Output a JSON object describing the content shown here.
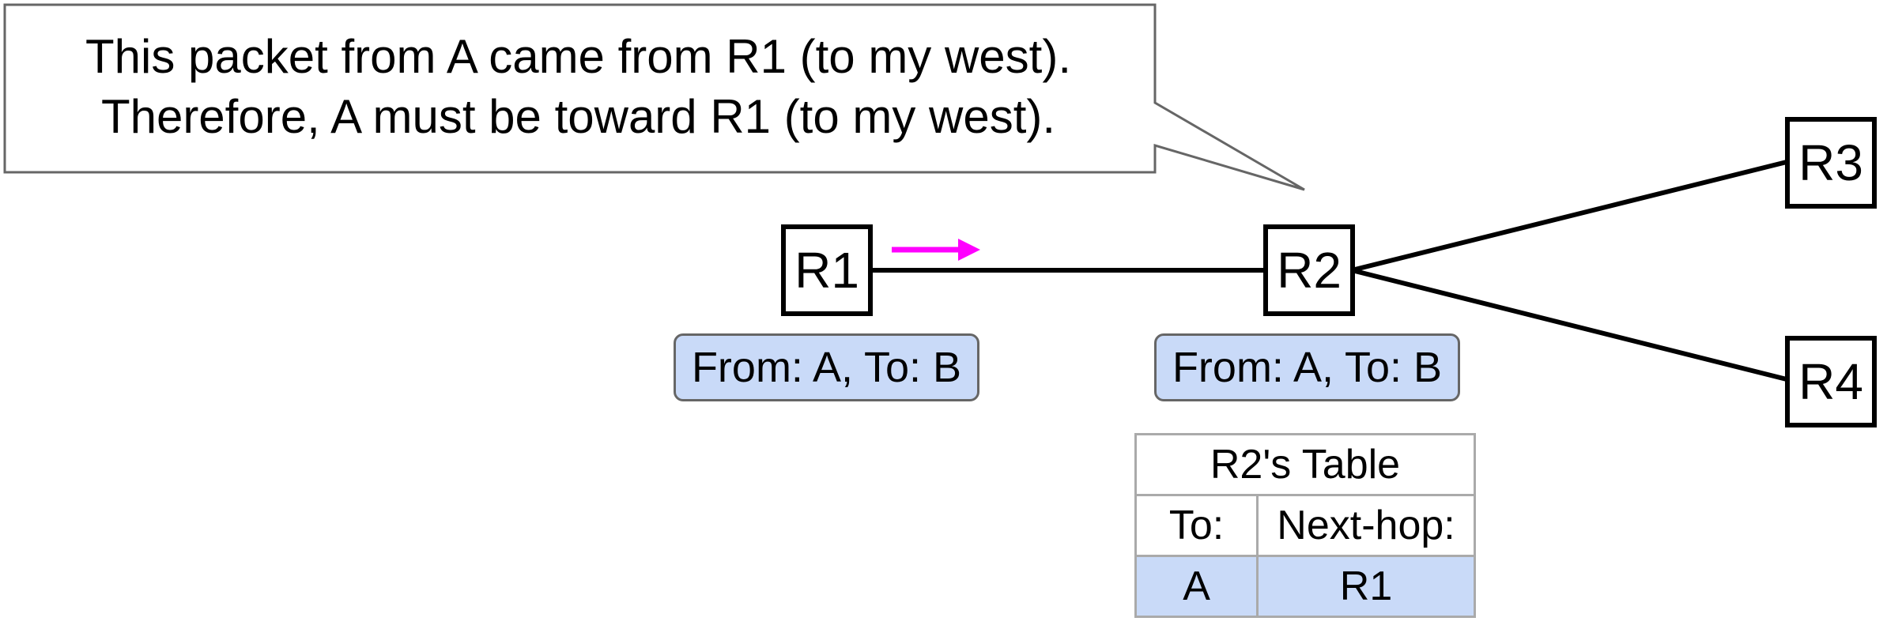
{
  "callout": {
    "lines": [
      "This packet from A came from R1 (to my west).",
      "Therefore, A must be toward R1 (to my west)."
    ]
  },
  "routers": {
    "r1": "R1",
    "r2": "R2",
    "r3": "R3",
    "r4": "R4"
  },
  "packets": {
    "at_r1": "From: A, To: B",
    "at_r2": "From: A, To: B"
  },
  "routing_table": {
    "title": "R2's Table",
    "headers": [
      "To:",
      "Next-hop:"
    ],
    "rows": [
      {
        "to": "A",
        "next_hop": "R1"
      }
    ]
  },
  "colors": {
    "packet_fill": "#c9daf8",
    "arrow": "#ff00ff",
    "link": "#000000"
  }
}
